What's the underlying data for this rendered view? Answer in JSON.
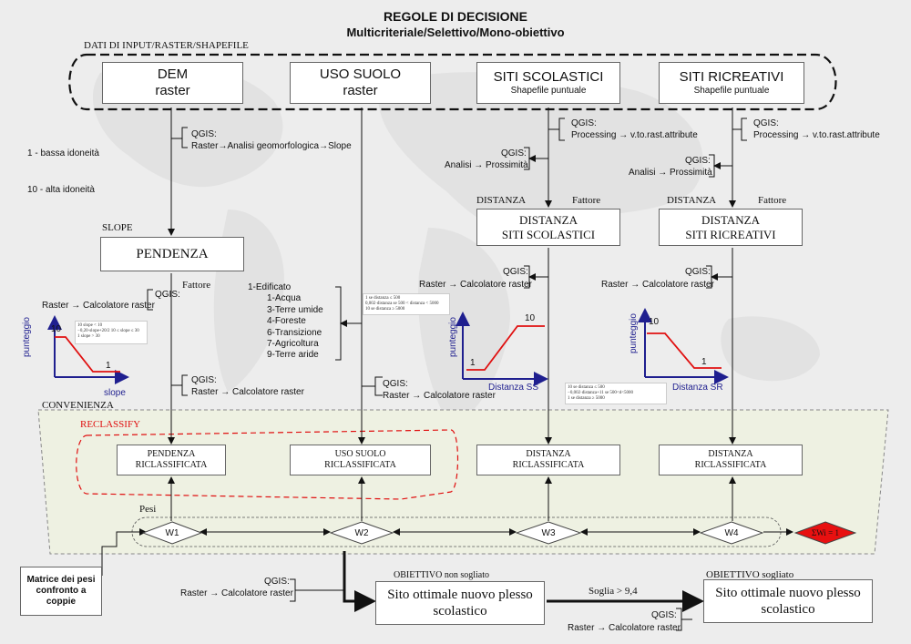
{
  "title": "REGOLE DI DECISIONE",
  "subtitle": "Multicriteriale/Selettivo/Mono-obiettivo",
  "input_section": "DATI DI INPUT/RASTER/SHAPEFILE",
  "inputs": {
    "dem": {
      "title": "DEM",
      "sub": "raster"
    },
    "uso": {
      "title": "USO SUOLO",
      "sub": "raster"
    },
    "scol": {
      "title": "SITI SCOLASTICI",
      "sub": "Shapefile puntuale"
    },
    "ricr": {
      "title": "SITI RICREATIVI",
      "sub": "Shapefile puntuale"
    }
  },
  "qgis": "QGIS:",
  "ops": {
    "slope": "Raster→Analisi geomorfologica→Slope",
    "vtorast": "Processing → v.to.rast.attribute",
    "prox": "Analisi → Prossimità",
    "calc": "Raster → Calcolatore raster"
  },
  "legend": {
    "low": "1 - bassa idoneità",
    "high": "10 - alta idoneità"
  },
  "labels": {
    "slope": "SLOPE",
    "distanza": "DISTANZA",
    "fattore": "Fattore",
    "convenienza": "CONVENIENZA",
    "reclassify": "RECLASSIFY",
    "pesi": "Pesi"
  },
  "factors": {
    "pendenza": "PENDENZA",
    "dist_scol": [
      "DISTANZA",
      "SITI SCOLASTICI"
    ],
    "dist_ricr": [
      "DISTANZA",
      "SITI RICREATIVI"
    ]
  },
  "landuse": [
    "1-Edificato",
    "1-Acqua",
    "3-Terre umide",
    "4-Foreste",
    "6-Transizione",
    "7-Agricoltura",
    "9-Terre aride"
  ],
  "graphs": {
    "ylabel": "punteggio",
    "slope_x": "slope",
    "ss_x": "Distanza SS",
    "sr_x": "Distanza SR",
    "v10": "10",
    "v1": "1"
  },
  "formulas": {
    "slope": [
      "10            slope < 10",
      "−0,20·slope+20/2   10 ≤ slope ≤ 30",
      "1             slope > 30"
    ],
    "uso": [
      "1   se distanza ≤ 500",
      "0,002·distanza  se 500 < distanza < 5000",
      "10  se distanza ≥ 5000"
    ],
    "sr": [
      "10  se distanza ≤ 500",
      "−0,002·distanza+11  se 500<d<5000",
      "1   se distanza ≥ 5000"
    ]
  },
  "reclass": {
    "pendenza": [
      "PENDENZA",
      "RICLASSIFICATA"
    ],
    "uso": [
      "USO SUOLO",
      "RICLASSIFICATA"
    ],
    "ds": [
      "DISTANZA",
      "RICLASSIFICATA"
    ],
    "dr": [
      "DISTANZA",
      "RICLASSIFICATA"
    ]
  },
  "weights": [
    "W1",
    "W2",
    "W3",
    "W4"
  ],
  "sum_label": "ΣWi = 1",
  "matrice": "Matrice dei pesi confronto a coppie",
  "obiettivo_ns": {
    "label": "OBIETTIVO non sogliato",
    "box": "Sito ottimale nuovo plesso scolastico"
  },
  "obiettivo_s": {
    "label": "OBIETTIVO sogliato",
    "box": "Sito ottimale nuovo plesso scolastico"
  },
  "soglia": "Soglia > 9,4",
  "colors": {
    "accent_blue": "#1f1f8f",
    "red": "#e01010",
    "area_fill": "#eef1e2"
  }
}
